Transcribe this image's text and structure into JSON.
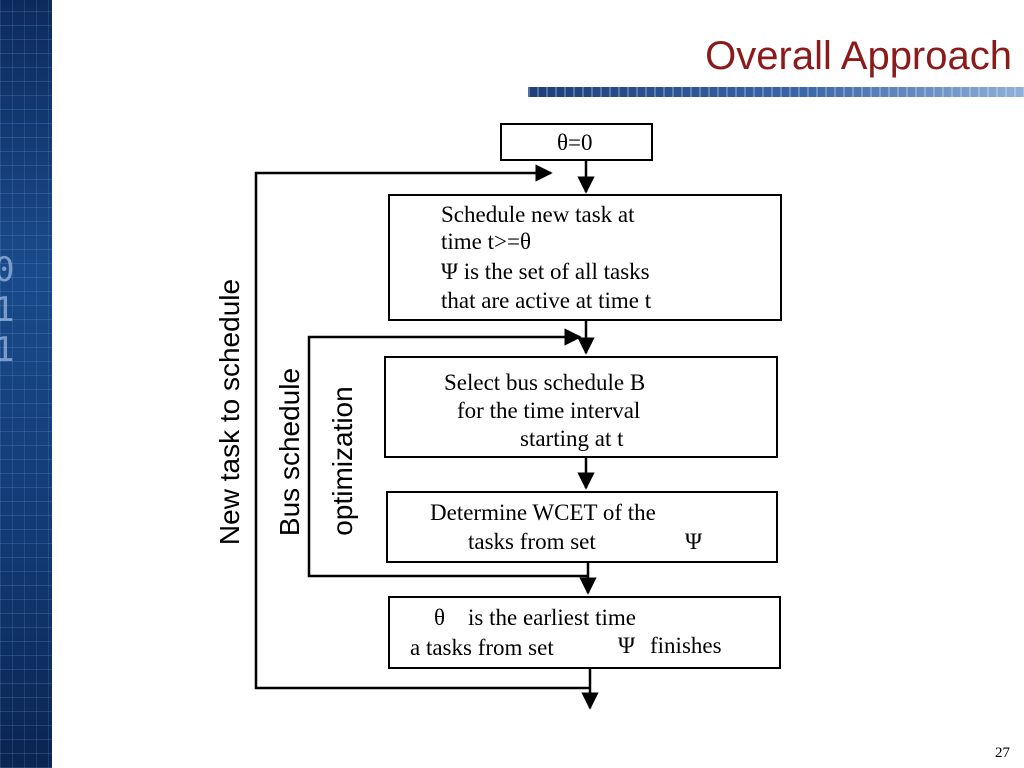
{
  "slide": {
    "title": "Overall Approach",
    "page_number": "27"
  },
  "flowchart": {
    "start_box": {
      "text": "θ=0"
    },
    "schedule_box": {
      "line1": "Schedule new task at",
      "line2": "time t>=θ",
      "line3": "Ψ is the set of all tasks",
      "line4": "that are active at time t"
    },
    "select_box": {
      "line1": "Select bus schedule B",
      "line2": "for the time interval",
      "line3": "starting at  t"
    },
    "wcet_box": {
      "line1": "Determine WCET of the",
      "line2": "tasks from set",
      "psi": "Ψ"
    },
    "theta_box": {
      "theta": "θ",
      "line1": "is the earliest time",
      "line2_pre": "a tasks from set",
      "psi": "Ψ",
      "line2_post": "finishes"
    },
    "outer_loop_label": "New task to schedule",
    "inner_loop_label_1": "Bus schedule",
    "inner_loop_label_2": "optimization"
  },
  "colors": {
    "title": "#8b1a1a",
    "strip_dark": "#0d2a5c",
    "strip_light": "#1a4a8a",
    "lines": "#000000"
  }
}
